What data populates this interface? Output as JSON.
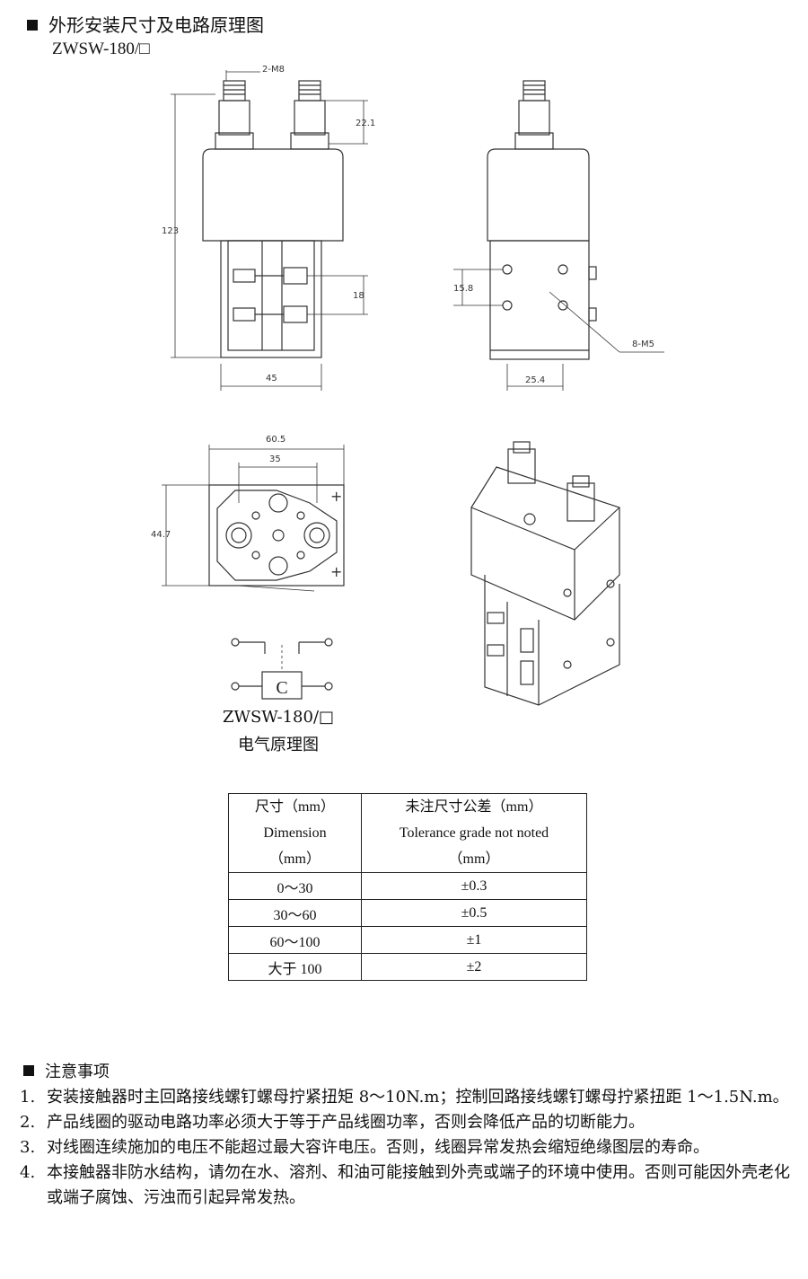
{
  "header": {
    "title": "外形安装尺寸及电路原理图",
    "model": "ZWSW-180/□"
  },
  "dimensions": {
    "terminal_thread": "2-M8",
    "terminal_height": "22.1",
    "total_height": "123",
    "coil_terminal_spacing": "18",
    "body_width": "45",
    "side_hole_spacing": "15.8",
    "side_hole_thread": "8-M5",
    "side_hole_width": "25.4",
    "top_width": "60.5",
    "top_terminal_spacing": "35",
    "top_depth": "44.7"
  },
  "schematic": {
    "coil_label": "C",
    "caption_model": "ZWSW-180/□",
    "caption_title": "电气原理图"
  },
  "tolerance_table": {
    "header_col1": [
      "尺寸（mm）",
      "Dimension",
      "（mm）"
    ],
    "header_col2": [
      "未注尺寸公差（mm）",
      "Tolerance grade not noted",
      "（mm）"
    ],
    "rows": [
      {
        "range": "0～30",
        "tolerance": "±0.3"
      },
      {
        "range": "30～60",
        "tolerance": "±0.5"
      },
      {
        "range": "60～100",
        "tolerance": "±1"
      },
      {
        "range": "大于 100",
        "tolerance": "±2"
      }
    ]
  },
  "notes": {
    "title": "注意事项",
    "items": [
      {
        "num": "1.",
        "text": "安装接触器时主回路接线螺钉螺母拧紧扭矩 8～10N.m；控制回路接线螺钉螺母拧紧扭距 1～1.5N.m。"
      },
      {
        "num": "2.",
        "text": "产品线圈的驱动电路功率必须大于等于产品线圈功率，否则会降低产品的切断能力。"
      },
      {
        "num": "3.",
        "text": "对线圈连续施加的电压不能超过最大容许电压。否则，线圈异常发热会缩短绝缘图层的寿命。"
      },
      {
        "num": "4.",
        "text": "本接触器非防水结构，请勿在水、溶剂、和油可能接触到外壳或端子的环境中使用。否则可能因外壳老化或端子腐蚀、污浊而引起异常发热。"
      }
    ]
  }
}
